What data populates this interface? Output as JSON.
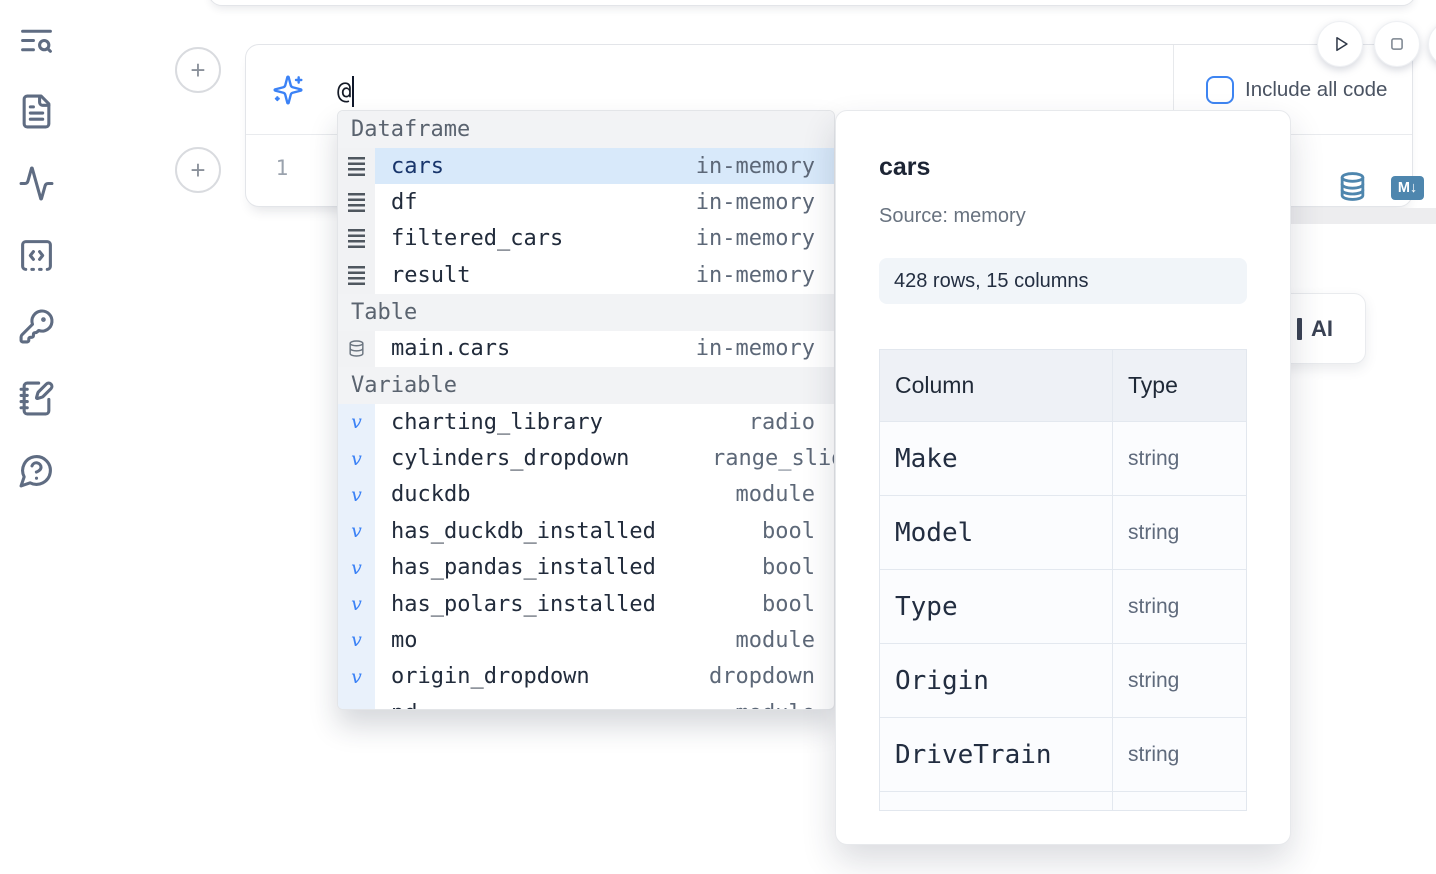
{
  "colors": {
    "accent": "#3b82f6",
    "steel_blue": "#4e86ae",
    "selected_row_bg": "#d8e9fa"
  },
  "sidebar": {
    "icons": [
      {
        "name": "text-search-icon"
      },
      {
        "name": "file-document-icon"
      },
      {
        "name": "activity-icon"
      },
      {
        "name": "code-snippets-icon"
      },
      {
        "name": "key-icon"
      },
      {
        "name": "scratchpad-icon"
      },
      {
        "name": "help-chat-icon"
      }
    ]
  },
  "run_controls": {
    "play": "run",
    "stop": "interrupt"
  },
  "cell": {
    "add_above_label": "+",
    "add_below_label": "+",
    "ai_prompt_value": "@",
    "include_all_code_label": "Include all code",
    "line_number": "1",
    "markdown_badge": "M↓"
  },
  "autocomplete": {
    "sections": [
      {
        "label": "Dataframe",
        "icon": "dataframe",
        "items": [
          {
            "name": "cars",
            "type": "in-memory",
            "selected": true
          },
          {
            "name": "df",
            "type": "in-memory"
          },
          {
            "name": "filtered_cars",
            "type": "in-memory"
          },
          {
            "name": "result",
            "type": "in-memory"
          }
        ]
      },
      {
        "label": "Table",
        "icon": "database",
        "items": [
          {
            "name": "main.cars",
            "type": "in-memory"
          }
        ]
      },
      {
        "label": "Variable",
        "icon": "variable",
        "items": [
          {
            "name": "charting_library",
            "type": "radio"
          },
          {
            "name": "cylinders_dropdown",
            "type": "range_slider",
            "overflow": true
          },
          {
            "name": "duckdb",
            "type": "module"
          },
          {
            "name": "has_duckdb_installed",
            "type": "bool"
          },
          {
            "name": "has_pandas_installed",
            "type": "bool"
          },
          {
            "name": "has_polars_installed",
            "type": "bool"
          },
          {
            "name": "mo",
            "type": "module"
          },
          {
            "name": "origin_dropdown",
            "type": "dropdown"
          },
          {
            "name": "pd",
            "type": "module",
            "partial": true
          }
        ]
      }
    ]
  },
  "preview": {
    "title": "cars",
    "source": "Source: memory",
    "shape": "428 rows, 15 columns",
    "table_headers": [
      "Column",
      "Type"
    ],
    "columns": [
      {
        "name": "Make",
        "type": "string"
      },
      {
        "name": "Model",
        "type": "string"
      },
      {
        "name": "Type",
        "type": "string"
      },
      {
        "name": "Origin",
        "type": "string"
      },
      {
        "name": "DriveTrain",
        "type": "string"
      }
    ]
  },
  "ai_button": {
    "visible_label": "AI"
  }
}
